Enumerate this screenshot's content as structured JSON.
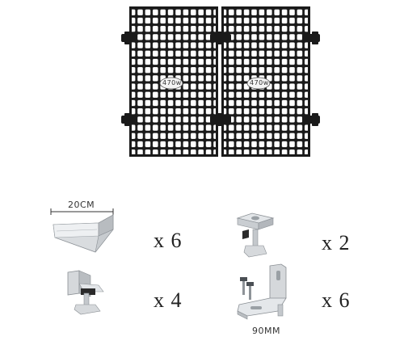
{
  "panels": {
    "left_badge": "470w",
    "right_badge": "470w"
  },
  "parts": [
    {
      "name": "rail",
      "dimension": "20CM",
      "quantity": "x 6"
    },
    {
      "name": "mid-clamp",
      "quantity": "x 2"
    },
    {
      "name": "end-clamp",
      "quantity": "x 4"
    },
    {
      "name": "l-bracket",
      "dimension": "90MM",
      "quantity": "x 6"
    }
  ]
}
